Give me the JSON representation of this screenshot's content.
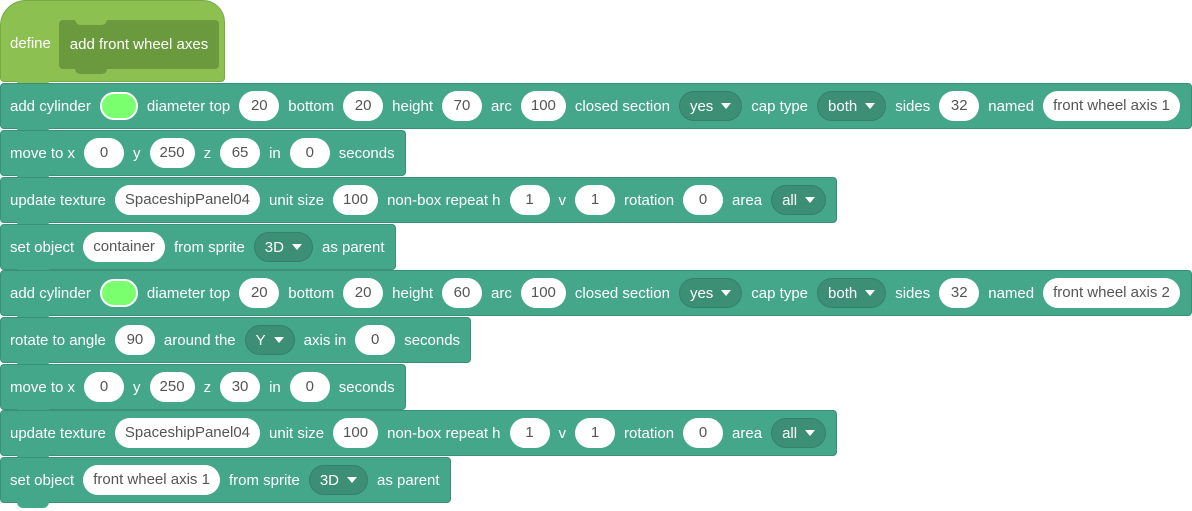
{
  "hat": {
    "label": "define",
    "proto": "add front wheel axes"
  },
  "colors": {
    "hat": "#8cc152",
    "block": "#45a789",
    "swatch": "#7aff6e"
  },
  "b1": {
    "t1": "add cylinder",
    "t2": "diameter top",
    "v1": "20",
    "t3": "bottom",
    "v2": "20",
    "t4": "height",
    "v3": "70",
    "t5": "arc",
    "v4": "100",
    "t6": "closed section",
    "d1": "yes",
    "t7": "cap type",
    "d2": "both",
    "t8": "sides",
    "v5": "32",
    "t9": "named",
    "v6": "front wheel axis 1"
  },
  "b2": {
    "t1": "move to x",
    "v1": "0",
    "t2": "y",
    "v2": "250",
    "t3": "z",
    "v3": "65",
    "t4": "in",
    "v4": "0",
    "t5": "seconds"
  },
  "b3": {
    "t1": "update texture",
    "v1": "SpaceshipPanel04",
    "t2": "unit size",
    "v2": "100",
    "t3": "non-box repeat h",
    "v3": "1",
    "t4": "v",
    "v4": "1",
    "t5": "rotation",
    "v5": "0",
    "t6": "area",
    "d1": "all"
  },
  "b4": {
    "t1": "set object",
    "v1": "container",
    "t2": "from sprite",
    "d1": "3D",
    "t3": "as parent"
  },
  "b5": {
    "t1": "add cylinder",
    "t2": "diameter top",
    "v1": "20",
    "t3": "bottom",
    "v2": "20",
    "t4": "height",
    "v3": "60",
    "t5": "arc",
    "v4": "100",
    "t6": "closed section",
    "d1": "yes",
    "t7": "cap type",
    "d2": "both",
    "t8": "sides",
    "v5": "32",
    "t9": "named",
    "v6": "front wheel axis 2"
  },
  "b6": {
    "t1": "rotate to angle",
    "v1": "90",
    "t2": "around the",
    "d1": "Y",
    "t3": "axis in",
    "v2": "0",
    "t4": "seconds"
  },
  "b7": {
    "t1": "move to x",
    "v1": "0",
    "t2": "y",
    "v2": "250",
    "t3": "z",
    "v3": "30",
    "t4": "in",
    "v4": "0",
    "t5": "seconds"
  },
  "b8": {
    "t1": "update texture",
    "v1": "SpaceshipPanel04",
    "t2": "unit size",
    "v2": "100",
    "t3": "non-box repeat h",
    "v3": "1",
    "t4": "v",
    "v4": "1",
    "t5": "rotation",
    "v5": "0",
    "t6": "area",
    "d1": "all"
  },
  "b9": {
    "t1": "set object",
    "v1": "front wheel axis 1",
    "t2": "from sprite",
    "d1": "3D",
    "t3": "as parent"
  }
}
